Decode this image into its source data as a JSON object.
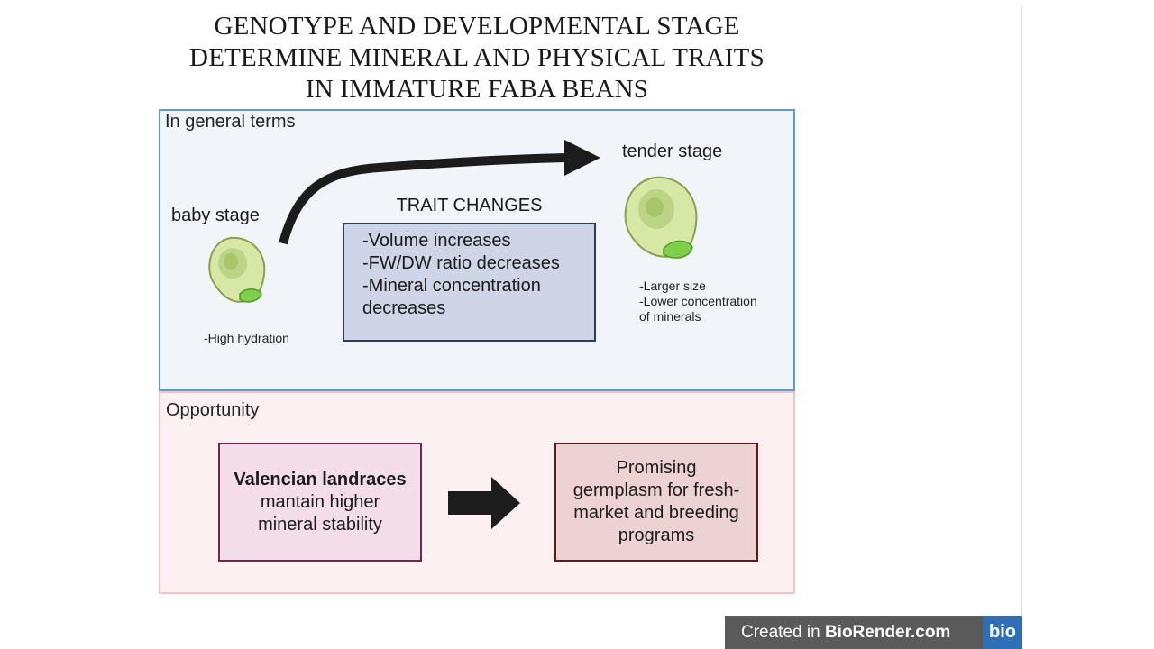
{
  "title": {
    "line1": "GENOTYPE AND DEVELOPMENTAL STAGE",
    "line2": "DETERMINE MINERAL AND PHYSICAL TRAITS",
    "line3": "IN IMMATURE FABA BEANS"
  },
  "general": {
    "label": "In general terms",
    "baby_stage": {
      "label": "baby stage",
      "note": "-High hydration"
    },
    "tender_stage": {
      "label": "tender stage",
      "notes": [
        "-Larger size",
        "-Lower concentration",
        "of minerals"
      ]
    },
    "trait_changes": {
      "title": "TRAIT CHANGES",
      "lines": [
        "-Volume increases",
        "-FW/DW ratio decreases",
        "-Mineral concentration",
        "decreases"
      ]
    }
  },
  "opportunity": {
    "label": "Opportunity",
    "left_box": {
      "bold": "Valencian landraces",
      "lines": [
        "mantain higher",
        "mineral stability"
      ]
    },
    "right_box": {
      "lines": [
        "Promising",
        "germplasm for fresh-",
        "market and breeding",
        "programs"
      ]
    }
  },
  "footer": {
    "prefix": "Created in ",
    "brand": "BioRender.com",
    "logo": "bio"
  },
  "colors": {
    "general_border": "#5b9bd5",
    "general_bg": "#f1f5f9",
    "opportunity_border": "#f3c3c3",
    "opportunity_bg": "#fcf0f0",
    "bean_fill": "#d7e8a6",
    "bean_inner": "#b8d27a",
    "bean_sprout": "#7fcf4a"
  },
  "icons": {
    "curved_arrow": "curved-arrow-icon",
    "right_arrow": "right-arrow-icon",
    "bean": "faba-bean-icon"
  }
}
